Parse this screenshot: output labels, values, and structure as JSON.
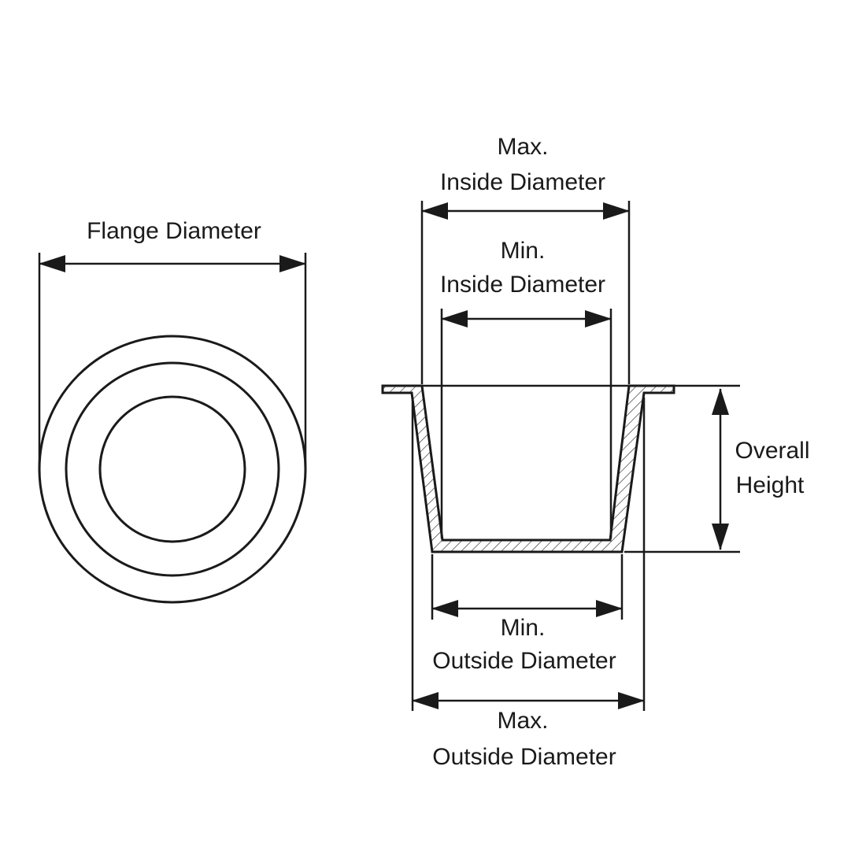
{
  "diagram": {
    "type": "technical-drawing",
    "subject": "grommet-cross-section-and-top-view",
    "colors": {
      "line": "#1a1a1a",
      "background": "#ffffff",
      "hatch": "#3a3a3a"
    }
  },
  "labels": {
    "flange_diameter": "Flange Diameter",
    "max_inside_1": "Max.",
    "max_inside_2": "Inside Diameter",
    "min_inside_1": "Min.",
    "min_inside_2": "Inside Diameter",
    "overall_height_1": "Overall",
    "overall_height_2": "Height",
    "min_outside_1": "Min.",
    "min_outside_2": "Outside Diameter",
    "max_outside_1": "Max.",
    "max_outside_2": "Outside Diameter"
  }
}
